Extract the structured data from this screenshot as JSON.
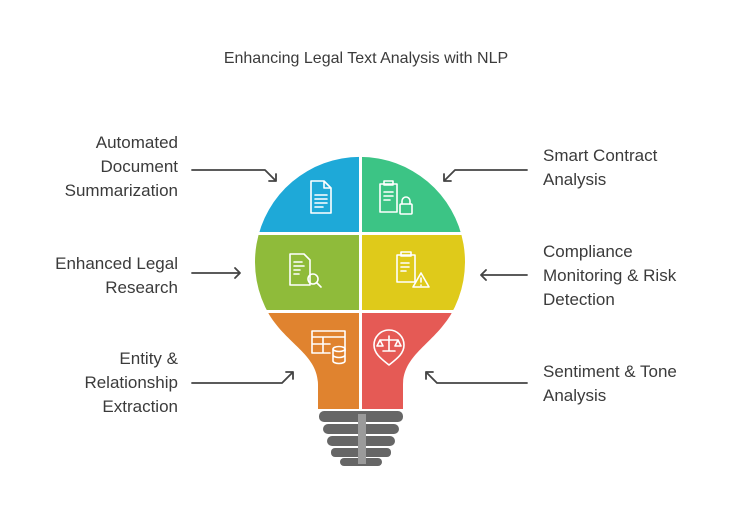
{
  "title": "Enhancing Legal Text Analysis with NLP",
  "items": [
    {
      "label_lines": [
        "Automated",
        "Document",
        "Summarization"
      ],
      "icon": "document-icon",
      "color": "#1ea9d8"
    },
    {
      "label_lines": [
        "Smart Contract",
        "Analysis"
      ],
      "icon": "clipboard-lock-icon",
      "color": "#3cc485"
    },
    {
      "label_lines": [
        "Enhanced Legal",
        "Research"
      ],
      "icon": "document-search-icon",
      "color": "#8fbb3a"
    },
    {
      "label_lines": [
        "Compliance",
        "Monitoring & Risk",
        "Detection"
      ],
      "icon": "clipboard-warning-icon",
      "color": "#dfca1a"
    },
    {
      "label_lines": [
        "Entity &",
        "Relationship",
        "Extraction"
      ],
      "icon": "table-database-icon",
      "color": "#e0832f"
    },
    {
      "label_lines": [
        "Sentiment & Tone",
        "Analysis"
      ],
      "icon": "scales-pin-icon",
      "color": "#e55a55"
    }
  ]
}
